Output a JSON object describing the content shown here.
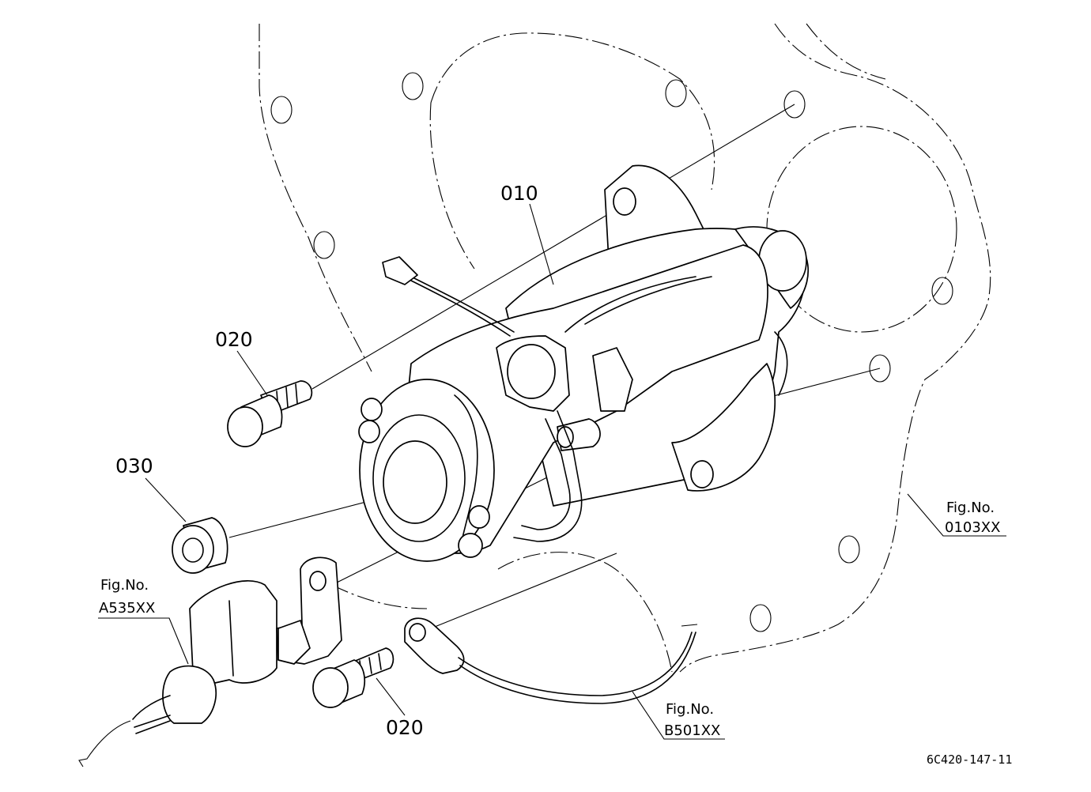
{
  "callouts": {
    "starter": "010",
    "bolt_upper": "020",
    "bolt_lower": "020",
    "nut": "030"
  },
  "references": {
    "ref_0103": {
      "prefix": "Fig.No.",
      "code": "0103XX"
    },
    "ref_a535": {
      "prefix": "Fig.No.",
      "code": "A535XX"
    },
    "ref_b501": {
      "prefix": "Fig.No.",
      "code": "B501XX"
    }
  },
  "drawing_code": "6C420-147-11"
}
